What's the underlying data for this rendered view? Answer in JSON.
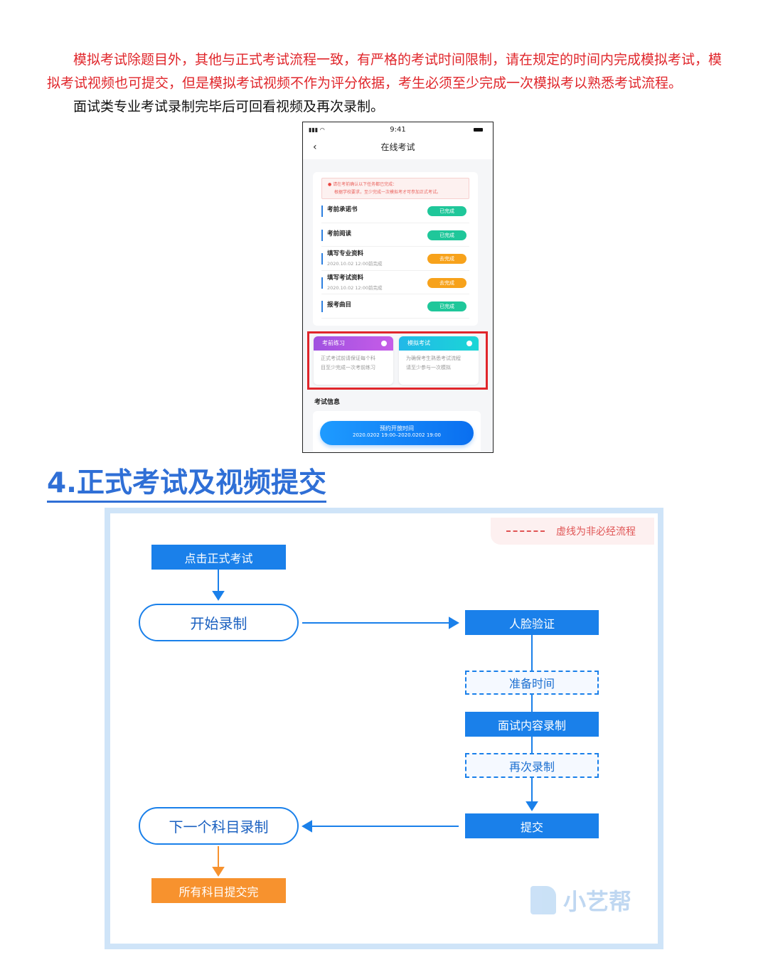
{
  "intro": {
    "red_line1": "模拟考试除题目外，其他与正式考试流程一致，有严格的考试时间限制，请在规定的时间内完成模拟考试，模",
    "red_line2": "拟考试视频也可提交，但是模拟考试视频不作为评分依据，考生必须至少完成一次模拟考以熟悉考试流程。",
    "black_line": "面试类专业考试录制完毕后可回看视频及再次录制。"
  },
  "phone": {
    "time": "9:41",
    "title": "在线考试",
    "notice_line1": "请在考前确认以下任务都已完成：",
    "notice_line2": "根据学校要求，至少完成一次模拟考才可参加正式考试。",
    "tasks": [
      {
        "name": "考前承诺书",
        "date": "",
        "status": "已完成",
        "color": "#1fc79a"
      },
      {
        "name": "考前阅读",
        "date": "",
        "status": "已完成",
        "color": "#1fc79a"
      },
      {
        "name": "填写专业资料",
        "date": "2020.10.02 12:00前完成",
        "status": "去完成",
        "color": "#f7a21b"
      },
      {
        "name": "填写考试资料",
        "date": "2020.10.02 12:00前完成",
        "status": "去完成",
        "color": "#f7a21b"
      },
      {
        "name": "报考曲目",
        "date": "",
        "status": "已完成",
        "color": "#1fc79a"
      }
    ],
    "practice": {
      "title": "考前练习",
      "desc1": "正式考试前请保证每个科",
      "desc2": "目至少完成一次考前练习"
    },
    "mock": {
      "title": "模拟考试",
      "desc1": "为确保考生熟悉考试流程",
      "desc2": "请至少参与一次模拟"
    },
    "section": "考试信息",
    "button_title": "预约开放时间",
    "button_time": "2020.0202 19:00–2020.0202 19:00"
  },
  "heading": "4.正式考试及视频提交",
  "flow": {
    "legend": "虚线为非必经流程",
    "click_exam": "点击正式考试",
    "start_record": "开始录制",
    "face_verify": "人脸验证",
    "prep_time": "准备时间",
    "content_record": "面试内容录制",
    "re_record": "再次录制",
    "submit": "提交",
    "next_subject": "下一个科目录制",
    "all_submitted": "所有科目提交完",
    "watermark": "小艺帮"
  },
  "colors": {
    "red": "#e0262b",
    "blue": "#1a80ea",
    "orange": "#f7922e",
    "heading": "#2f6fd6"
  }
}
